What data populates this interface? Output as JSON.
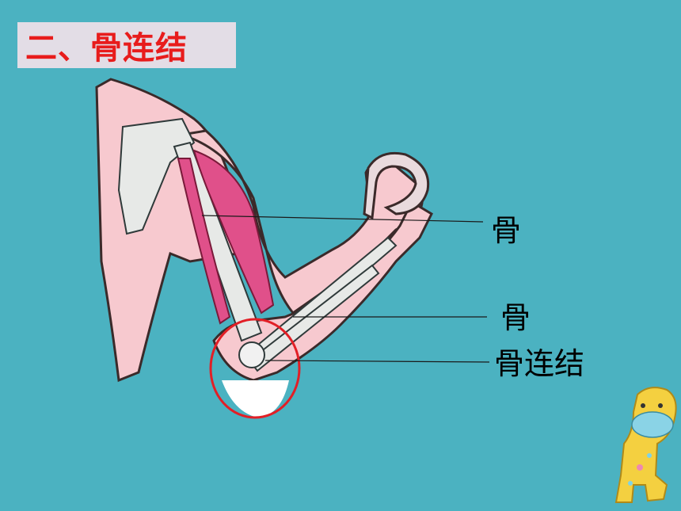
{
  "title": "二、骨连结",
  "labels": {
    "bone_upper": "骨",
    "bone_lower": "骨",
    "joint": "骨连结"
  },
  "colors": {
    "background": "#4bb2c1",
    "title_box": "#e3dde6",
    "title_text": "#e81c1c",
    "skin": "#f7c9cf",
    "muscle": "#e0508a",
    "bone": "#dfe3df",
    "highlight_circle": "#e21f26"
  }
}
